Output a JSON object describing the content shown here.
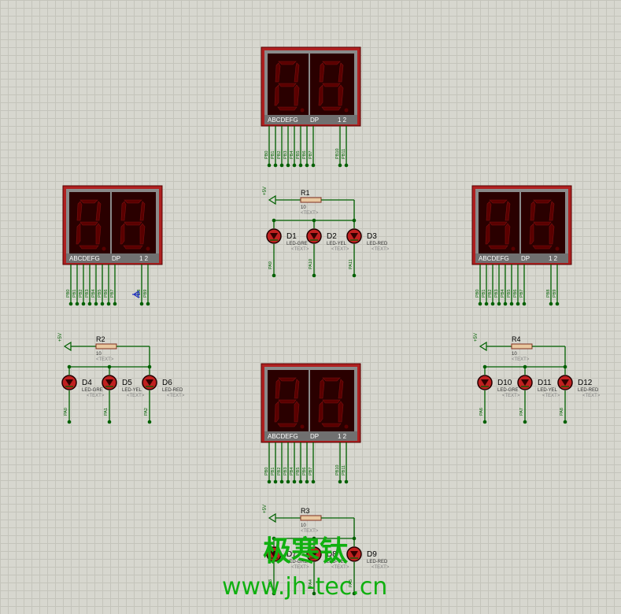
{
  "displays": [
    {
      "id": "disp-top",
      "segment_label": "ABCDEFG",
      "dp_label": "DP",
      "digits_label": "1 2",
      "pins": [
        "PB0",
        "PB1",
        "PB2",
        "PB3",
        "PB4",
        "PB5",
        "PB6",
        "PB7"
      ],
      "dig_pins": [
        "PB10",
        "PB11"
      ]
    },
    {
      "id": "disp-left",
      "segment_label": "ABCDEFG",
      "dp_label": "DP",
      "digits_label": "1 2",
      "pins": [
        "PB0",
        "PB1",
        "PB2",
        "PB3",
        "PB4",
        "PB5",
        "PB6",
        "PB7"
      ],
      "dig_pins": [
        "PB8",
        "PB9"
      ]
    },
    {
      "id": "disp-right",
      "segment_label": "ABCDEFG",
      "dp_label": "DP",
      "digits_label": "1 2",
      "pins": [
        "PB0",
        "PB1",
        "PB2",
        "PB3",
        "PB4",
        "PB5",
        "PB6",
        "PB7"
      ],
      "dig_pins": [
        "PB8",
        "PB9"
      ]
    },
    {
      "id": "disp-bottom",
      "segment_label": "ABCDEFG",
      "dp_label": "DP",
      "digits_label": "1 2",
      "pins": [
        "PB0",
        "PB1",
        "PB2",
        "PB3",
        "PB4",
        "PB5",
        "PB6",
        "PB7"
      ],
      "dig_pins": [
        "PB10",
        "PB11"
      ]
    }
  ],
  "led_groups": [
    {
      "supply": "+5V",
      "resistor": "R1",
      "res_value": "10",
      "res_text": "<TEXT>",
      "leds": [
        {
          "name": "D1",
          "type": "LED-GRE",
          "text": "<TEXT>",
          "net": "PA9"
        },
        {
          "name": "D2",
          "type": "LED-YEL",
          "text": "<TEXT>",
          "net": "PA10"
        },
        {
          "name": "D3",
          "type": "LED-RED",
          "text": "<TEXT>",
          "net": "PA11"
        }
      ]
    },
    {
      "supply": "+5V",
      "resistor": "R2",
      "res_value": "10",
      "res_text": "<TEXT>",
      "leds": [
        {
          "name": "D4",
          "type": "LED-GRE",
          "text": "<TEXT>",
          "net": "PA0"
        },
        {
          "name": "D5",
          "type": "LED-YEL",
          "text": "<TEXT>",
          "net": "PA1"
        },
        {
          "name": "D6",
          "type": "LED-RED",
          "text": "<TEXT>",
          "net": "PA2"
        }
      ]
    },
    {
      "supply": "+5V",
      "resistor": "R4",
      "res_value": "10",
      "res_text": "<TEXT>",
      "leds": [
        {
          "name": "D10",
          "type": "LED-GRE",
          "text": "<TEXT>",
          "net": "PA6"
        },
        {
          "name": "D11",
          "type": "LED-YEL",
          "text": "<TEXT>",
          "net": "PA7"
        },
        {
          "name": "D12",
          "type": "LED-RED",
          "text": "<TEXT>",
          "net": "PA8"
        }
      ]
    },
    {
      "supply": "+5V",
      "resistor": "R3",
      "res_value": "10",
      "res_text": "<TEXT>",
      "leds": [
        {
          "name": "D7",
          "type": "LED-GRE",
          "text": "<TEXT>",
          "net": "PA3"
        },
        {
          "name": "D8",
          "type": "LED-YEL",
          "text": "<TEXT>",
          "net": "PA4"
        },
        {
          "name": "D9",
          "type": "LED-RED",
          "text": "<TEXT>",
          "net": "PA5"
        }
      ]
    }
  ],
  "watermark": {
    "cn": "极寒钛",
    "url": "www.jh-tec.cn"
  },
  "colors": {
    "wire": "#006000",
    "body": "#b02020",
    "screen": "#2a0000",
    "segment": "#5a0000",
    "label": "#ffffff",
    "text_grey": "#808080",
    "watermark": "#10b010"
  }
}
